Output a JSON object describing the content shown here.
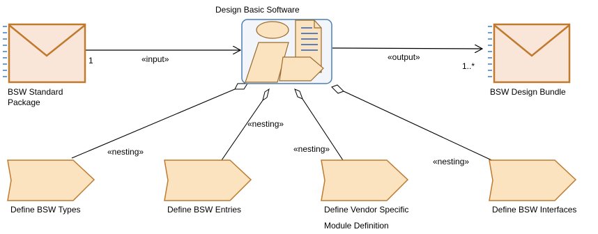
{
  "center": {
    "label": "Design Basic Software"
  },
  "input": {
    "label": "BSW Standard Package",
    "label_line1": "BSW Standard",
    "label_line2": "Package",
    "multiplicity": "1"
  },
  "output": {
    "label": "BSW Design Bundle",
    "multiplicity": "1..*"
  },
  "edges": {
    "input": "«input»",
    "output": "«output»",
    "nesting": "«nesting»"
  },
  "tasks": [
    {
      "label": "Define BSW Types"
    },
    {
      "label": "Define BSW Entries"
    },
    {
      "label_line1": "Define Vendor Specific",
      "label_line2": "Module Definition"
    },
    {
      "label": "Define BSW Interfaces"
    }
  ],
  "colors": {
    "fill": "#fbe3c0",
    "work_product_fill": "#f9e6d9",
    "stroke": "#c07a2e",
    "center_border": "#4a7fb5",
    "center_fill": "#f2f6fa",
    "dash": "#6a9fd8"
  }
}
